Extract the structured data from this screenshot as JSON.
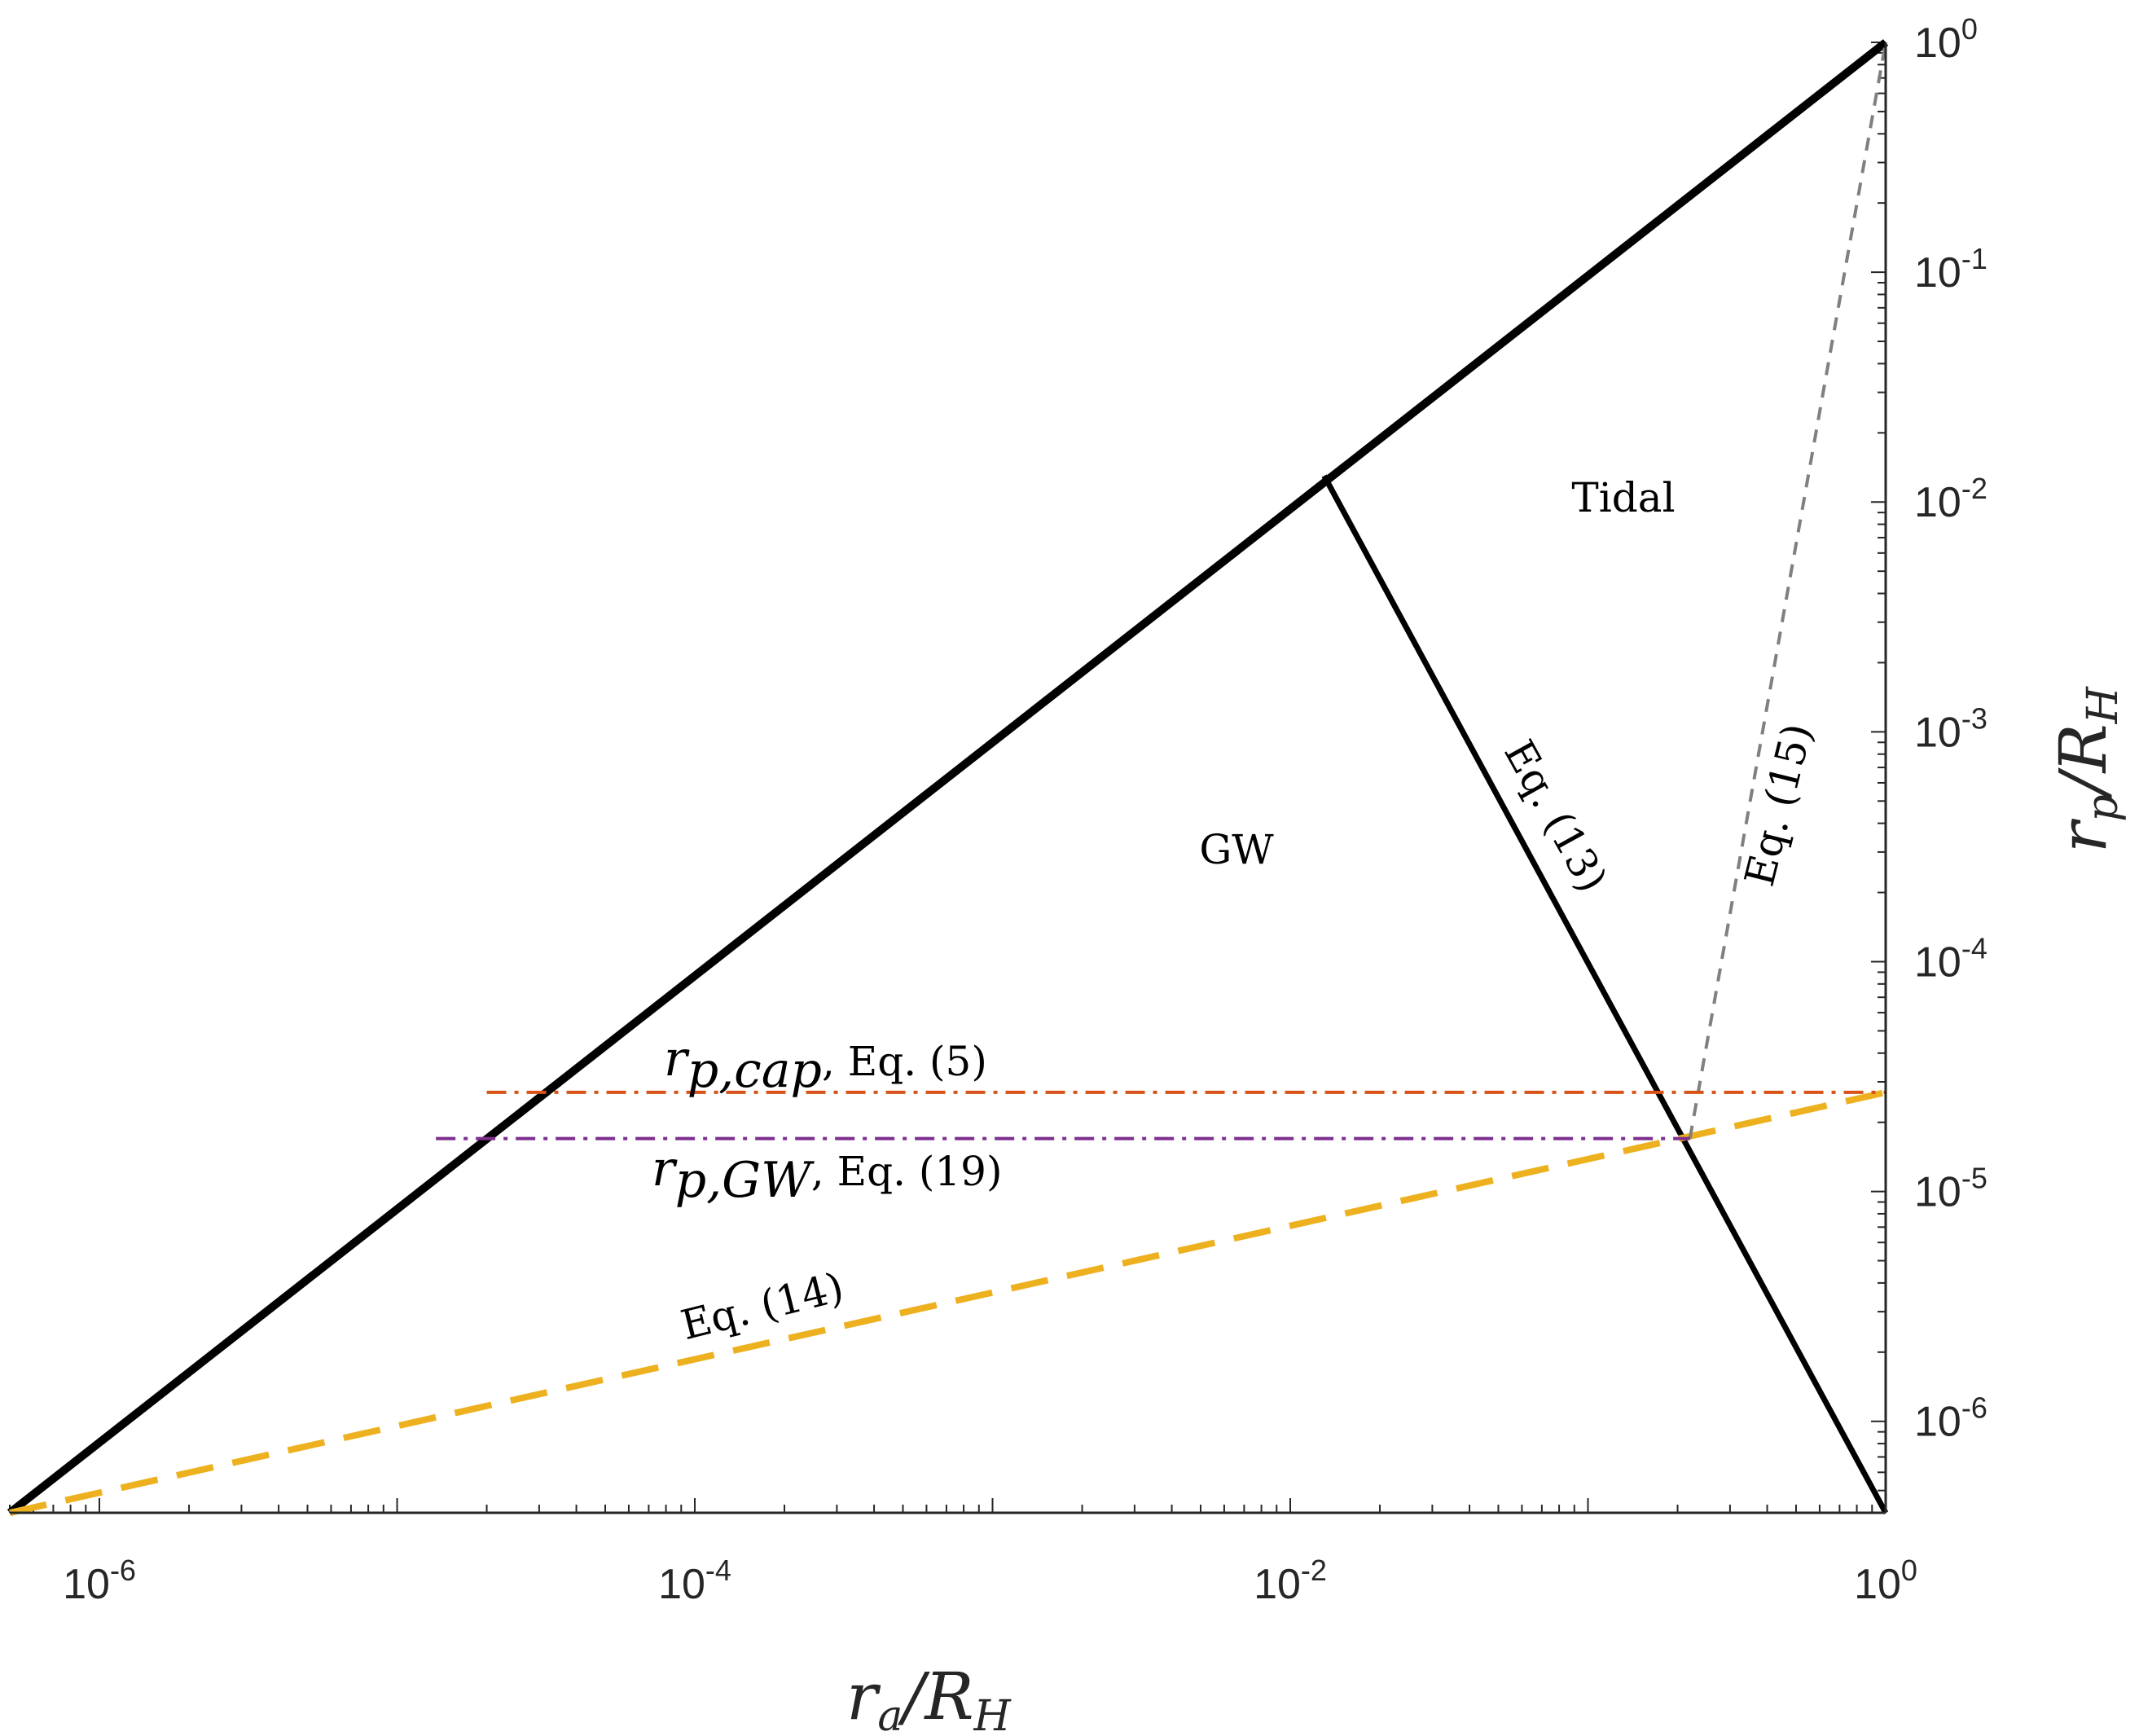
{
  "chart_data": {
    "type": "line",
    "xscale": "log",
    "yscale": "log",
    "xlim": [
      5e-07,
      1
    ],
    "ylim": [
      4e-07,
      1
    ],
    "xticks": [
      {
        "value": 1e-06,
        "base": "10",
        "exp": "-6"
      },
      {
        "value": 0.0001,
        "base": "10",
        "exp": "-4"
      },
      {
        "value": 0.01,
        "base": "10",
        "exp": "-2"
      },
      {
        "value": 1,
        "base": "10",
        "exp": "0"
      }
    ],
    "yticks": [
      {
        "value": 1e-06,
        "base": "10",
        "exp": "-6"
      },
      {
        "value": 1e-05,
        "base": "10",
        "exp": "-5"
      },
      {
        "value": 0.0001,
        "base": "10",
        "exp": "-4"
      },
      {
        "value": 0.001,
        "base": "10",
        "exp": "-3"
      },
      {
        "value": 0.01,
        "base": "10",
        "exp": "-2"
      },
      {
        "value": 0.1,
        "base": "10",
        "exp": "-1"
      },
      {
        "value": 1,
        "base": "10",
        "exp": "0"
      }
    ],
    "xlabel": {
      "main": "r",
      "sub": "a",
      "sep": "/",
      "main2": "R",
      "sub2": "H"
    },
    "ylabel": {
      "main": "r",
      "sub": "p",
      "sep": "/",
      "main2": "R",
      "sub2": "H"
    },
    "y_axis_position": "right",
    "grid": false,
    "series": [
      {
        "id": "diagonal",
        "color": "#000000",
        "style": "solid",
        "x": [
          5e-07,
          1
        ],
        "y": [
          4e-07,
          1
        ]
      },
      {
        "id": "eq13",
        "color": "#000000",
        "style": "solid",
        "x": [
          0.013,
          1
        ],
        "y": [
          0.013,
          4e-07
        ]
      },
      {
        "id": "eq14",
        "color": "#EDB120",
        "style": "dashed",
        "x": [
          5e-07,
          1
        ],
        "y": [
          4e-07,
          2.7e-05
        ]
      },
      {
        "id": "eq15",
        "color": "#808080",
        "style": "dashed",
        "x": [
          0.22,
          1
        ],
        "y": [
          1.7e-05,
          1
        ]
      },
      {
        "id": "rp_cap",
        "color": "#D95319",
        "style": "dashdot",
        "x": [
          2e-05,
          1
        ],
        "y": [
          2.7e-05,
          2.7e-05
        ]
      },
      {
        "id": "rp_gw",
        "color": "#7E2F8E",
        "style": "dashdot",
        "x": [
          1.35e-05,
          0.22
        ],
        "y": [
          1.7e-05,
          1.7e-05
        ]
      }
    ],
    "annotations": {
      "tidal": "Tidal",
      "gw": "GW",
      "eq13": "Eq. (13)",
      "eq14": "Eq. (14)",
      "eq15": "Eq. (15)",
      "rp_cap_sym": "r",
      "rp_cap_sub": "p,cap",
      "rp_cap_eq": ",  Eq. (5)",
      "rp_gw_sym": "r",
      "rp_gw_sub": "p,GW",
      "rp_gw_eq": ",  Eq. (19)"
    }
  }
}
